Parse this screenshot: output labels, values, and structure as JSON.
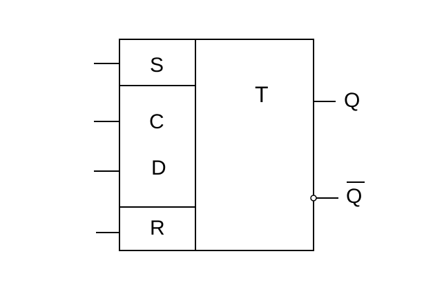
{
  "component": {
    "type_label": "T",
    "inputs": {
      "set": "S",
      "clock": "C",
      "data": "D",
      "reset": "R"
    },
    "outputs": {
      "q": "Q",
      "q_bar": "Q",
      "q_bar_overline": true,
      "q_bar_inverted_bubble": true
    }
  },
  "colors": {
    "stroke": "#000000",
    "background": "#ffffff"
  }
}
